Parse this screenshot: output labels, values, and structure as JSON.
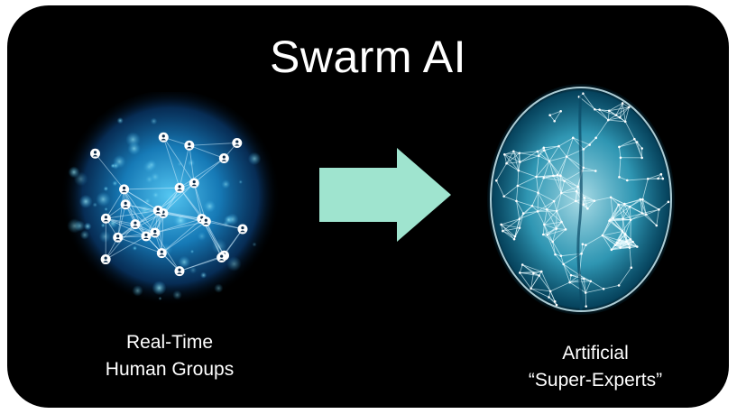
{
  "title": "Swarm AI",
  "left_caption": {
    "line1": "Real-Time",
    "line2": "Human Groups"
  },
  "right_caption": {
    "line1": "Artificial",
    "line2": "“Super-Experts”"
  },
  "colors": {
    "background": "#000000",
    "text": "#ffffff",
    "arrow": "#9fe4cf",
    "network_glow": "#1a8fd6",
    "brain_glow": "#3fc8ee"
  },
  "icons": {
    "left": "human-network-icon",
    "center": "right-arrow-icon",
    "right": "brain-icon"
  }
}
